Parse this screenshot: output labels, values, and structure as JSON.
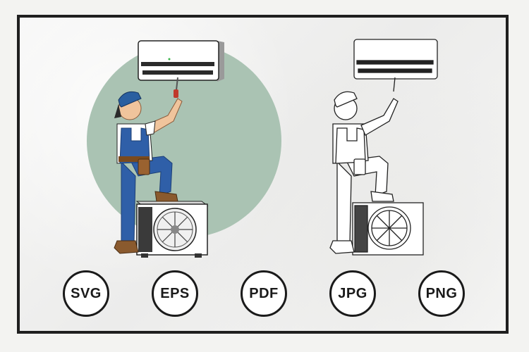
{
  "formats": [
    {
      "label": "SVG"
    },
    {
      "label": "EPS"
    },
    {
      "label": "PDF"
    },
    {
      "label": "JPG"
    },
    {
      "label": "PNG"
    }
  ],
  "colors": {
    "frame": "#1f1f1f",
    "circle": "#aac3b3",
    "uniform": "#2f5fa8",
    "cap": "#2a5fa0",
    "skin": "#f0c49c",
    "boot": "#8a5a2e",
    "badge_border": "#1a1a1a"
  },
  "icons": [
    "air-conditioner-icon",
    "outdoor-unit-fan-icon",
    "screwdriver-icon"
  ]
}
